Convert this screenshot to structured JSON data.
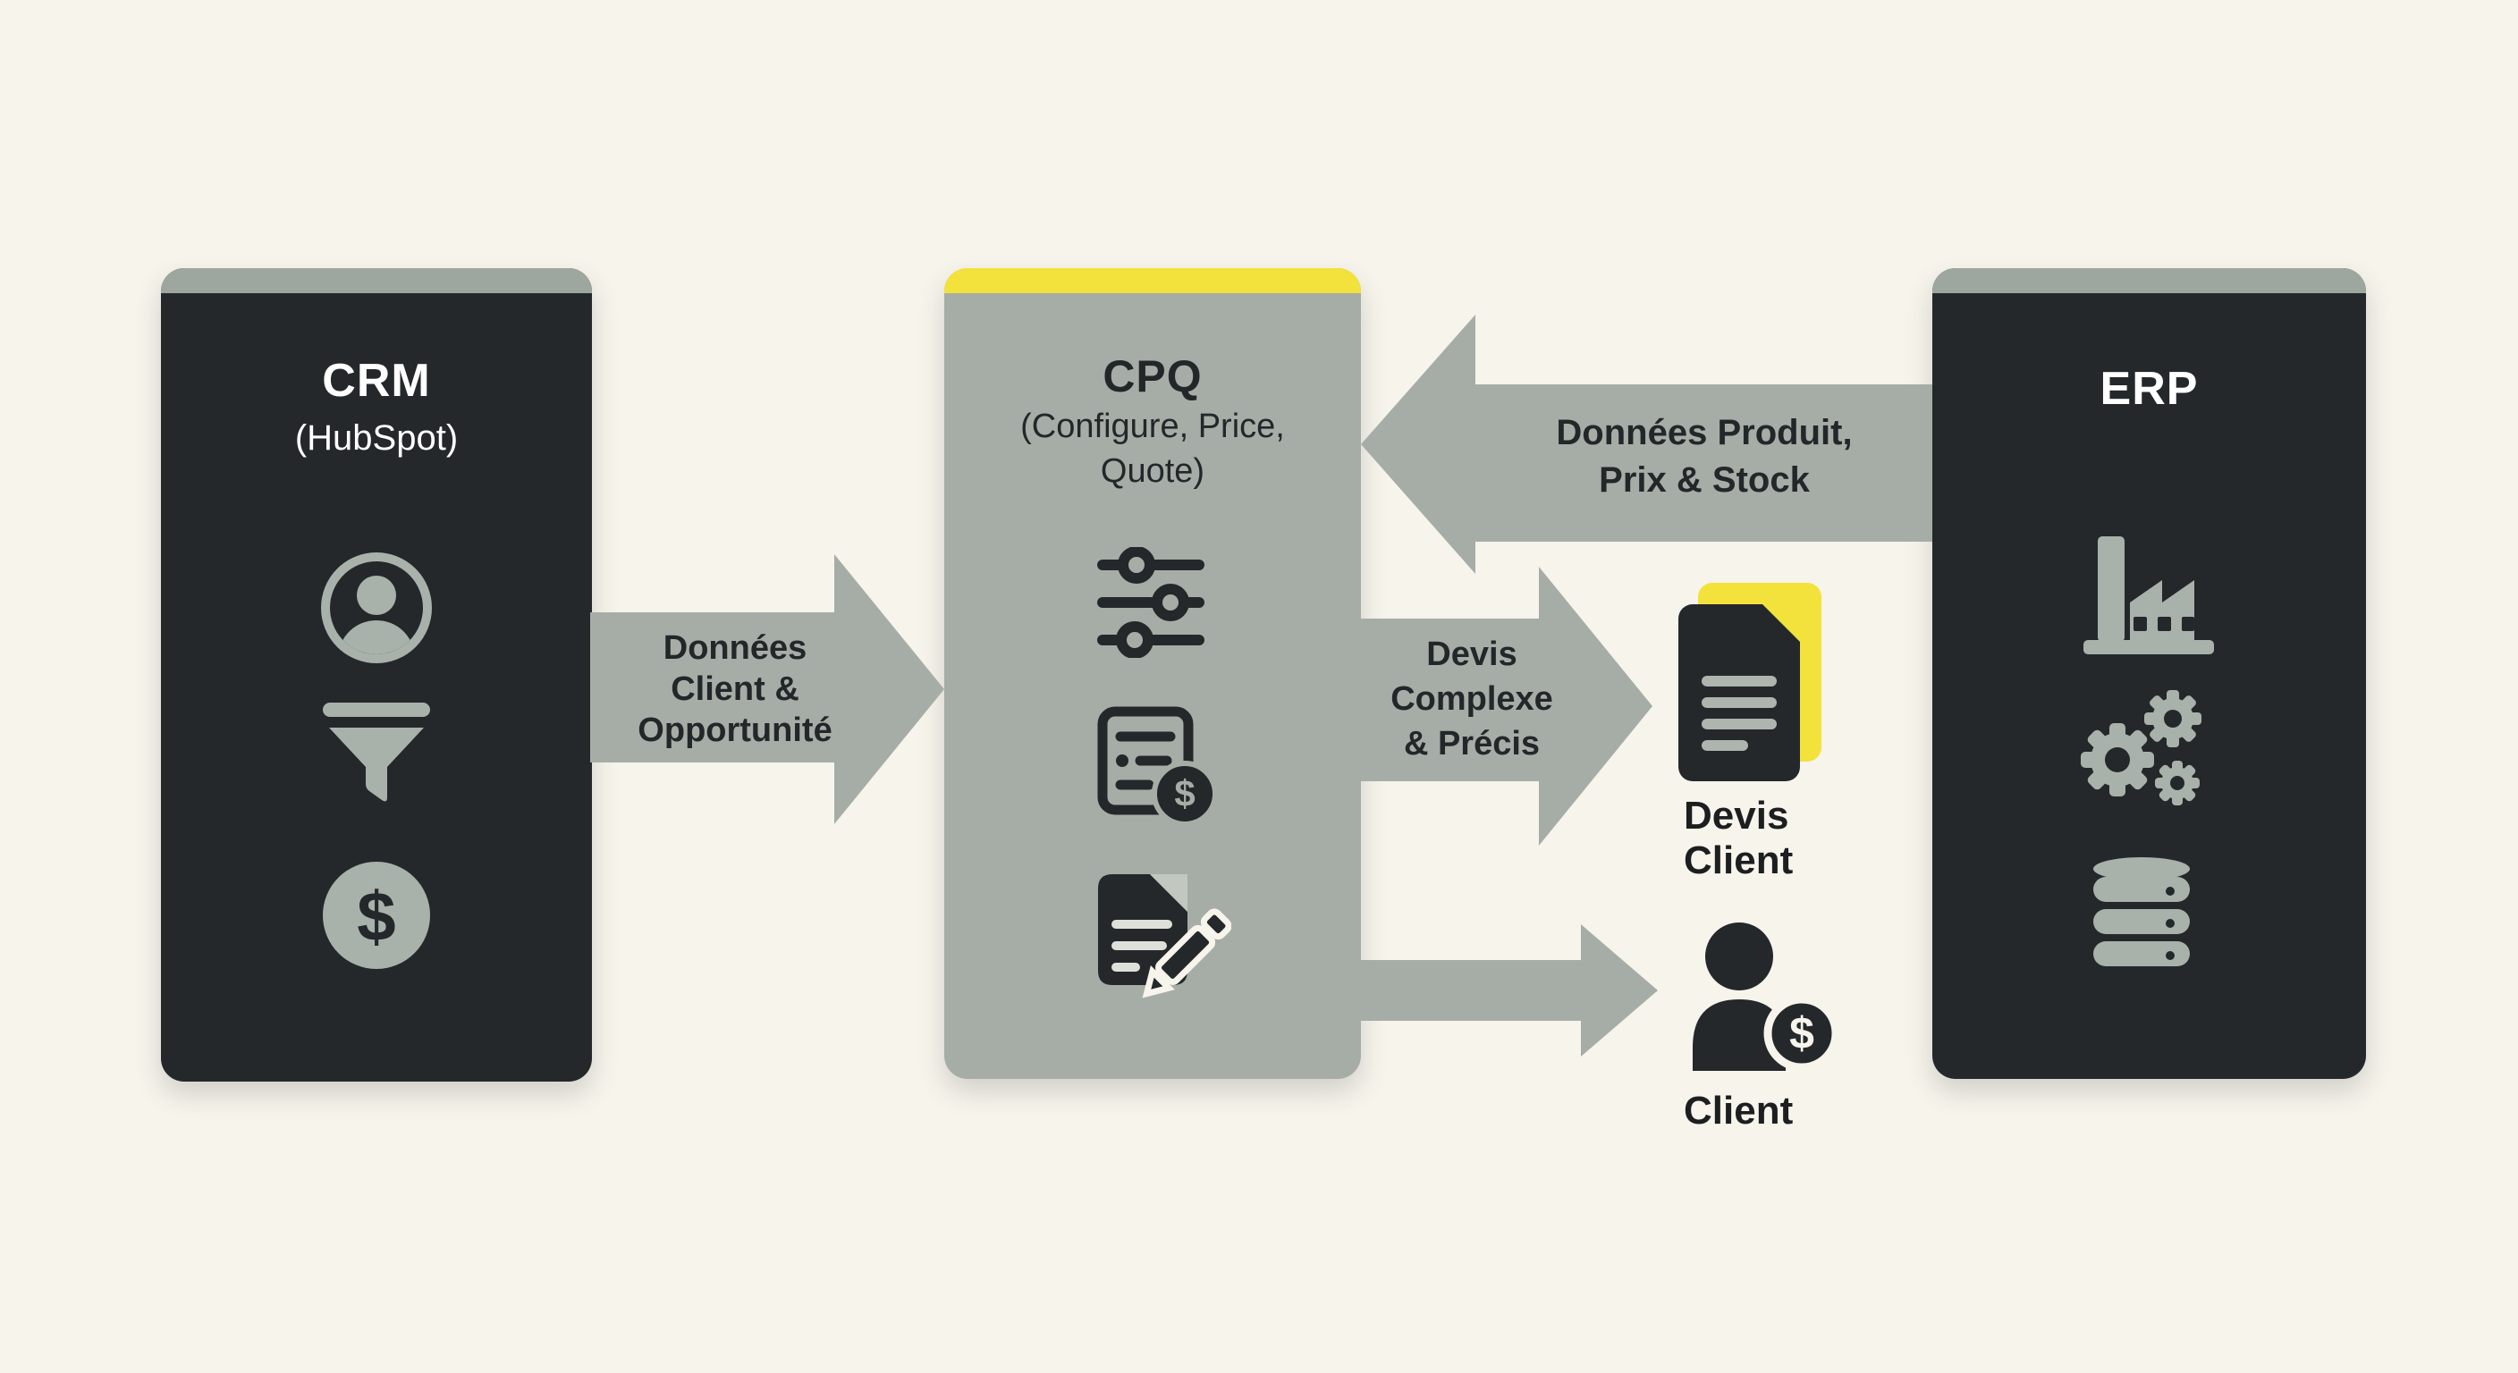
{
  "colors": {
    "background": "#F7F4EC",
    "panel_dark": "#24282B",
    "panel_gray": "#A6ADA7",
    "strip_gray": "#9DA7A0",
    "accent_yellow": "#F2E23B",
    "icon_sage": "#A9B1AB",
    "text_dark": "#24272A",
    "text_light": "#FFFFFF",
    "doc_line": "#AEB4AE"
  },
  "panels": {
    "crm": {
      "title": "CRM",
      "subtitle": "(HubSpot)",
      "icons": [
        "user-circle-icon",
        "funnel-icon",
        "dollar-circle-icon"
      ]
    },
    "cpq": {
      "title": "CPQ",
      "subtitle_lines": [
        "(Configure, Price,",
        "Quote)"
      ],
      "icons": [
        "sliders-icon",
        "document-dollar-icon",
        "document-pencil-icon"
      ]
    },
    "erp": {
      "title": "ERP",
      "icons": [
        "factory-icon",
        "gears-icon",
        "database-icon"
      ]
    }
  },
  "arrows": {
    "crm_to_cpq": {
      "direction": "right",
      "lines": [
        "Données",
        "Client &",
        "Opportunité"
      ]
    },
    "erp_to_cpq": {
      "direction": "left",
      "lines": [
        "Données Produit,",
        "Prix & Stock"
      ]
    },
    "cpq_to_devis": {
      "direction": "right",
      "lines": [
        "Devis",
        "Complexe",
        "& Précis"
      ]
    },
    "cpq_to_client": {
      "direction": "right",
      "lines": []
    }
  },
  "outputs": {
    "devis_client": {
      "label_lines": [
        "Devis",
        "Client"
      ],
      "icon": "document-quote-icon"
    },
    "client": {
      "label": "Client",
      "icon": "person-dollar-icon"
    }
  }
}
